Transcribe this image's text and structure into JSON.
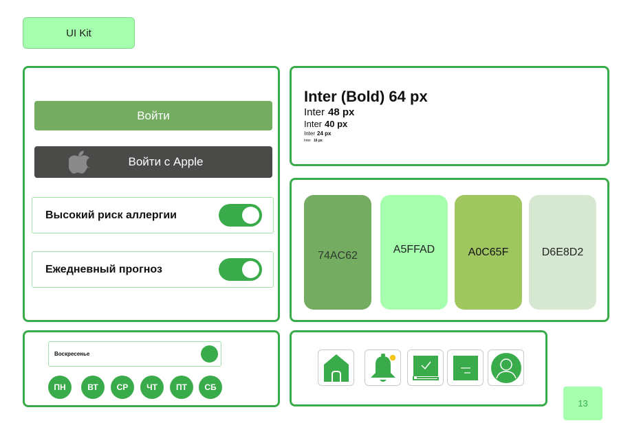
{
  "header": {
    "title": "UI Kit"
  },
  "buttons": {
    "login_label": "Войти",
    "apple_label": "Войти с Apple",
    "toggles": [
      {
        "label": "Высокий риск аллергии",
        "on": true
      },
      {
        "label": "Ежедневный прогноз",
        "on": true
      }
    ]
  },
  "typography": {
    "bold64": "Inter (Bold) 64 px",
    "font": "Inter",
    "size48": "48 px",
    "size40": "40 px",
    "size24": "24 px",
    "size16": "16 px"
  },
  "palette": [
    {
      "label": "74AC62",
      "hex": "#74ac62"
    },
    {
      "label": "A5FFAD",
      "hex": "#a5ffad"
    },
    {
      "label": "A0C65F",
      "hex": "#a0c65f"
    },
    {
      "label": "D6E8D2",
      "hex": "#d6e8d2"
    }
  ],
  "schedule": {
    "day_field": "Воскресенье",
    "days": [
      "ПН",
      "ВТ",
      "СР",
      "ЧТ",
      "ПТ",
      "СБ"
    ]
  },
  "nav_icons": [
    "home-icon",
    "bell-icon",
    "diary-icon",
    "notes-icon",
    "profile-icon"
  ],
  "accent_color": "#3aab4a",
  "page_number": "13"
}
